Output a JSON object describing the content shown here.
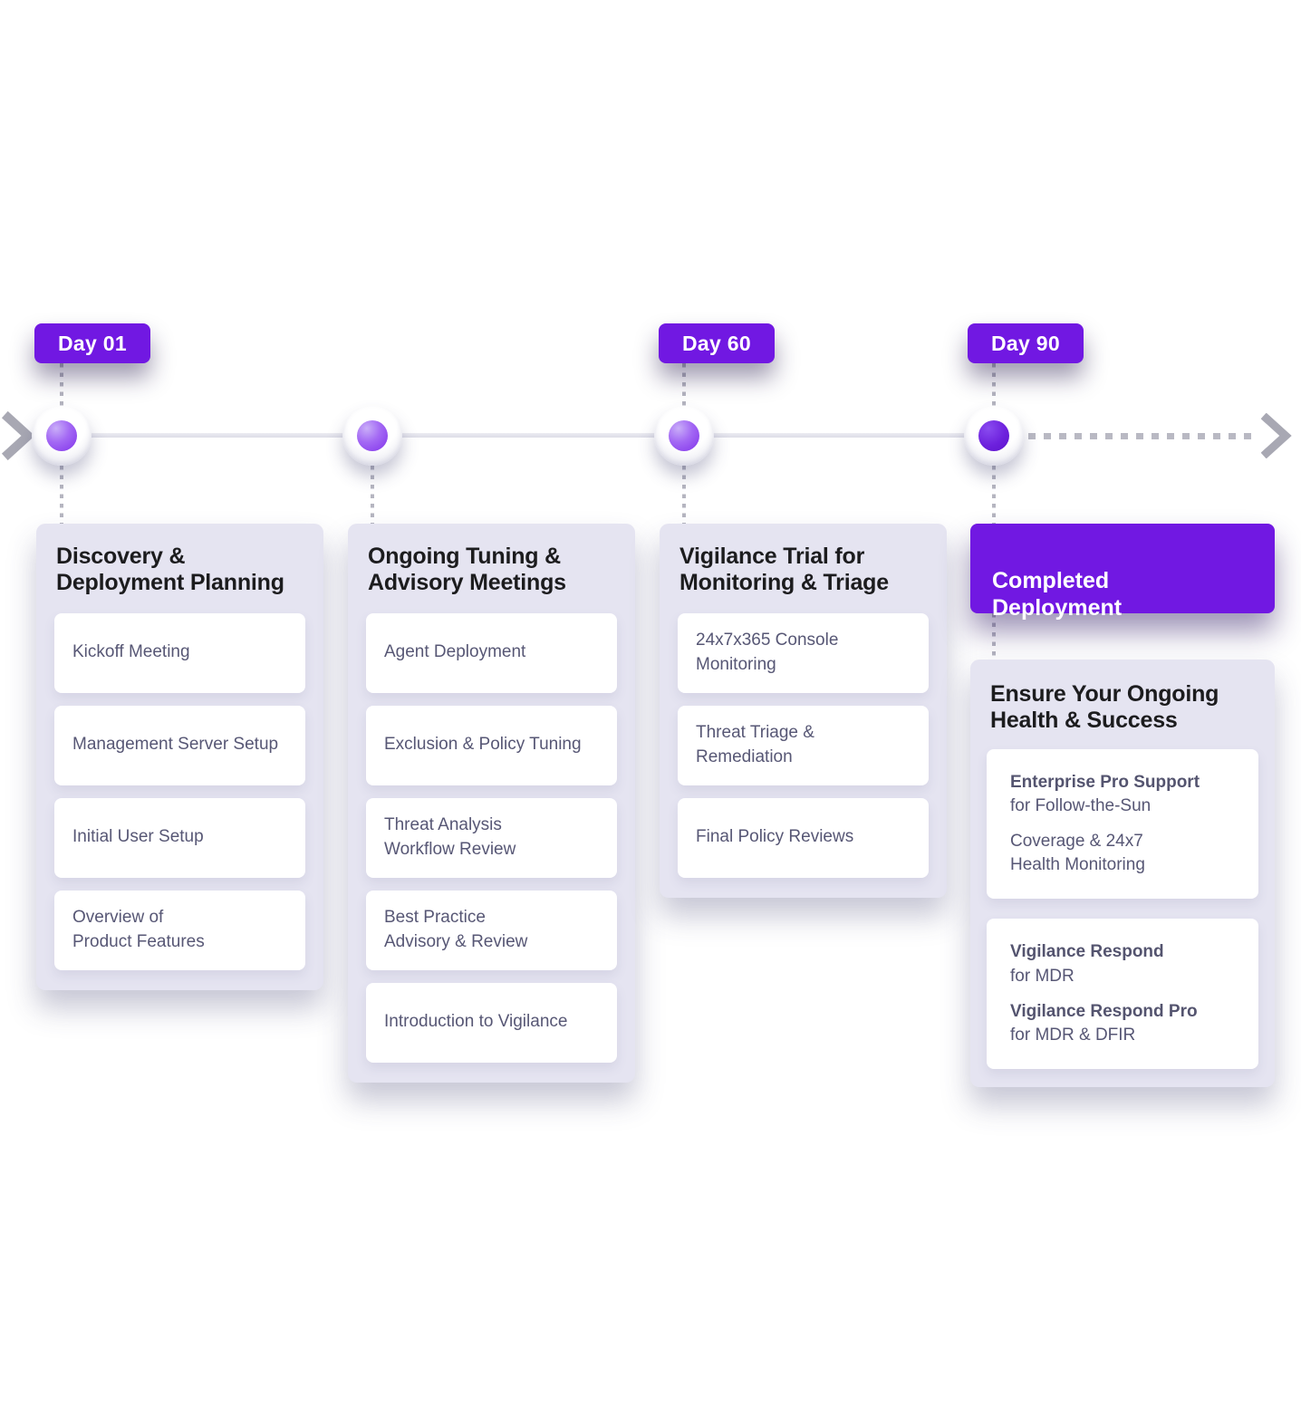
{
  "badges": [
    {
      "label": "Day 01"
    },
    {
      "label": "Day 60"
    },
    {
      "label": "Day 90"
    }
  ],
  "columns": [
    {
      "title": "Discovery &\nDeployment Planning",
      "items": [
        {
          "text": "Kickoff Meeting"
        },
        {
          "text": "Management Server Setup"
        },
        {
          "text": "Initial User Setup"
        },
        {
          "text": "Overview of\nProduct Features"
        }
      ]
    },
    {
      "title": "Ongoing Tuning &\nAdvisory Meetings",
      "items": [
        {
          "text": "Agent Deployment"
        },
        {
          "text": "Exclusion & Policy Tuning"
        },
        {
          "text": "Threat Analysis\nWorkflow Review"
        },
        {
          "text": "Best Practice\nAdvisory & Review"
        },
        {
          "text": "Introduction to Vigilance"
        }
      ]
    },
    {
      "title": "Vigilance Trial for\nMonitoring & Triage",
      "items": [
        {
          "text": "24x7x365 Console\nMonitoring"
        },
        {
          "text": "Threat Triage &\nRemediation"
        },
        {
          "text": "Final Policy Reviews"
        }
      ]
    }
  ],
  "final": {
    "header": "Completed\nDeployment",
    "title": "Ensure Your Ongoing\nHealth & Success",
    "support_card": {
      "line1_bold": "Enterprise Pro Support",
      "line1_rest": "for Follow-the-Sun",
      "line2": "Coverage & 24x7\n Health Monitoring"
    },
    "respond_card": {
      "line1_bold": "Vigilance Respond",
      "line1_rest": "for MDR",
      "line2_bold": "Vigilance Respond Pro",
      "line2_rest": "for MDR & DFIR"
    }
  },
  "colors": {
    "accent_purple": "#7118e2",
    "card_background": "#e5e4f1",
    "item_text": "#575775",
    "heading_text": "#1c1c1e",
    "timeline_line": "#dcdce6",
    "dotted_gray": "#b5b5c0"
  }
}
